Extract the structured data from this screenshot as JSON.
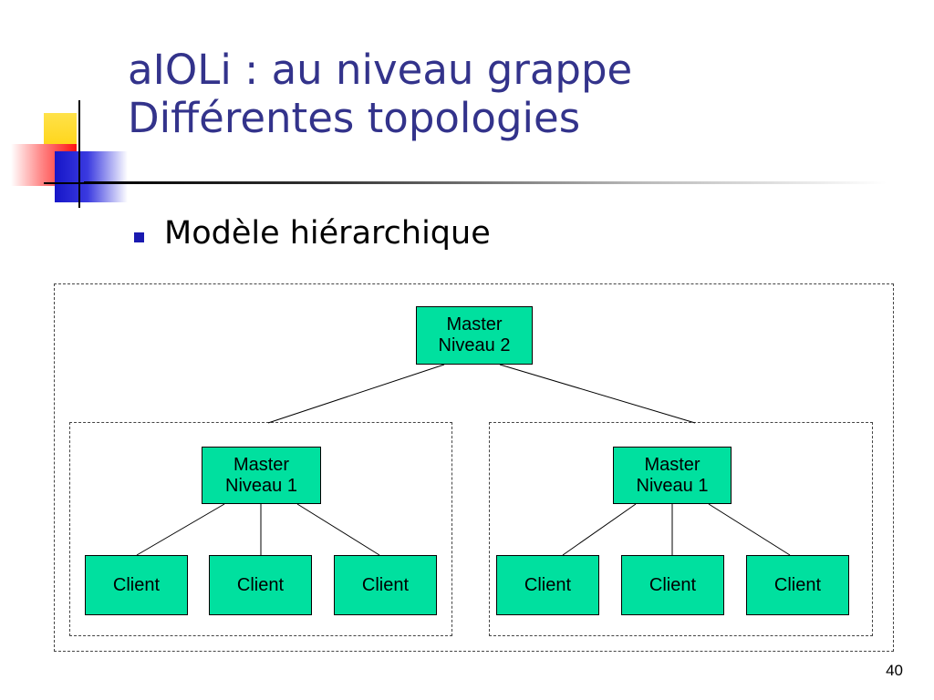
{
  "title": {
    "line1": "aIOLi : au niveau grappe",
    "line2": "Différentes topologies"
  },
  "bullet": "Modèle hiérarchique",
  "diagram": {
    "master_top": {
      "line1": "Master",
      "line2": "Niveau 2"
    },
    "master_left": {
      "line1": "Master",
      "line2": "Niveau 1"
    },
    "master_right": {
      "line1": "Master",
      "line2": "Niveau 1"
    },
    "clients_left": [
      "Client",
      "Client",
      "Client"
    ],
    "clients_right": [
      "Client",
      "Client",
      "Client"
    ],
    "node_color": "#00e09f"
  },
  "page_number": "40",
  "colors": {
    "title": "#33338b",
    "bullet": "#1a1ab0"
  }
}
